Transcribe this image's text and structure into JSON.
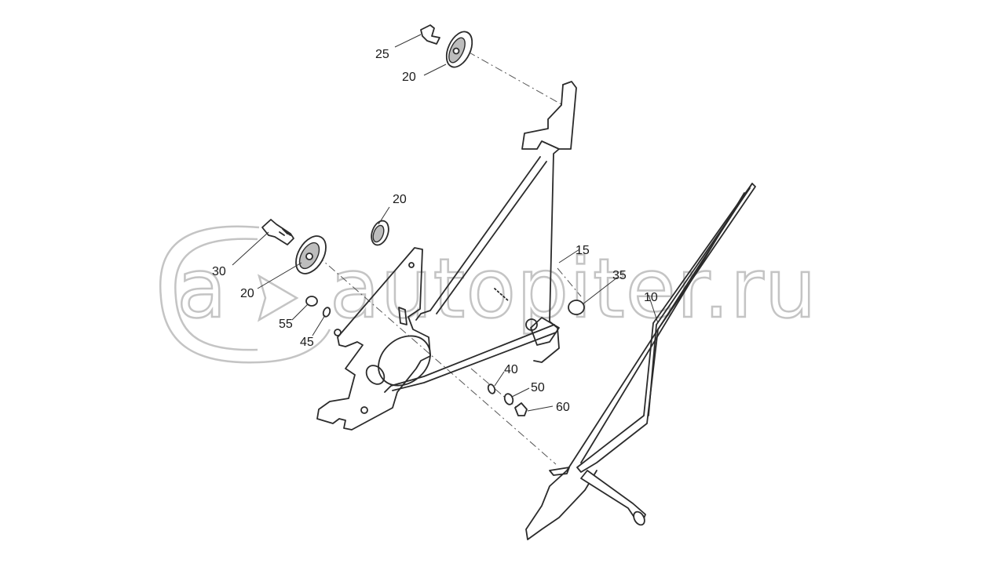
{
  "watermark": {
    "text": "autopiter.ru"
  },
  "callouts": [
    {
      "id": "c25",
      "label": "25"
    },
    {
      "id": "c20a",
      "label": "20"
    },
    {
      "id": "c20b",
      "label": "20"
    },
    {
      "id": "c20c",
      "label": "20"
    },
    {
      "id": "c30",
      "label": "30"
    },
    {
      "id": "c15",
      "label": "15"
    },
    {
      "id": "c35",
      "label": "35"
    },
    {
      "id": "c10",
      "label": "10"
    },
    {
      "id": "c55",
      "label": "55"
    },
    {
      "id": "c45",
      "label": "45"
    },
    {
      "id": "c40",
      "label": "40"
    },
    {
      "id": "c50",
      "label": "50"
    },
    {
      "id": "c60",
      "label": "60"
    }
  ]
}
